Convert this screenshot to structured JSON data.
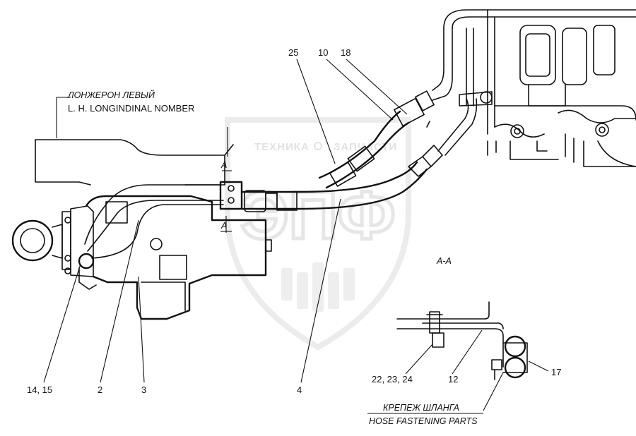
{
  "labels": {
    "frame_ru": "ЛОНЖЕРОН ЛЕВЫЙ",
    "frame_en": "L. H. LONGINDINAL NOMBER",
    "section": "A-A",
    "section_mark": "A",
    "hose_ru": "КРЕПЕЖ ШЛАНГА",
    "hose_en": "HOSE FASTENING PARTS"
  },
  "callouts": {
    "c25": "25",
    "c10": "10",
    "c18": "18",
    "c14_15": "14, 15",
    "c2": "2",
    "c3": "3",
    "c4": "4",
    "c22_23_24": "22, 23, 24",
    "c12": "12",
    "c17": "17"
  },
  "watermark": {
    "left": "ТЕХНИКА",
    "right": "ЗАПЧАСТИ",
    "logo": "ЭПФ"
  }
}
